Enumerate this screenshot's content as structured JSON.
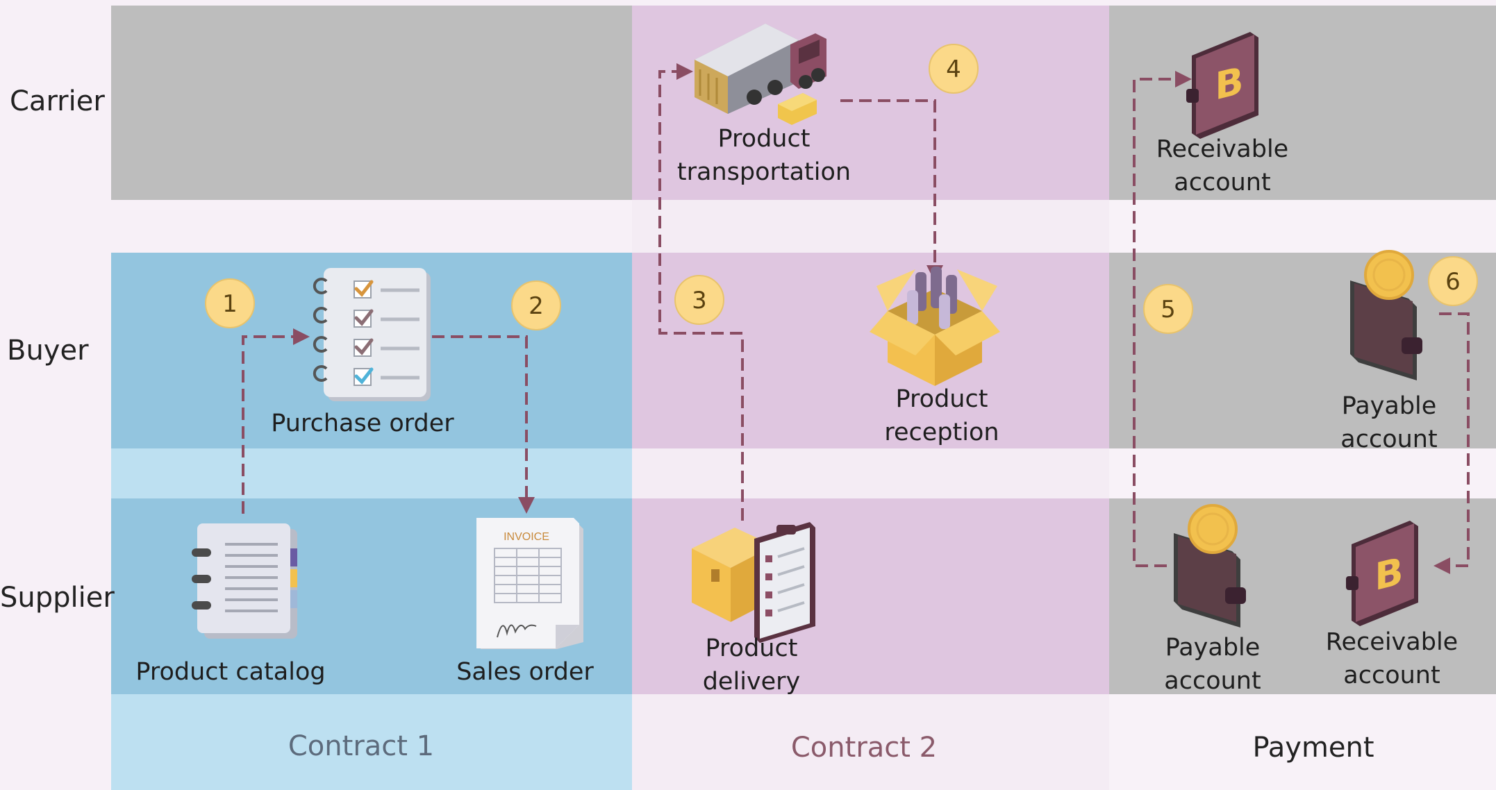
{
  "rows": {
    "carrier": "Carrier",
    "buyer": "Buyer",
    "supplier": "Supplier"
  },
  "columns": {
    "contract1": "Contract 1",
    "contract2": "Contract 2",
    "payment": "Payment"
  },
  "nodes": {
    "purchase_order": "Purchase order",
    "product_catalog": "Product catalog",
    "sales_order": "Sales order",
    "invoice_header": "INVOICE",
    "product_transportation": [
      "Product",
      "transportation"
    ],
    "product_reception": [
      "Product",
      "reception"
    ],
    "product_delivery": [
      "Product",
      "delivery"
    ],
    "receivable_account_carrier": [
      "Receivable",
      "account"
    ],
    "payable_account_buyer": [
      "Payable",
      "account"
    ],
    "payable_account_supplier": [
      "Payable",
      "account"
    ],
    "receivable_account_supplier": [
      "Receivable",
      "account"
    ]
  },
  "steps": [
    "1",
    "2",
    "3",
    "4",
    "5",
    "6"
  ],
  "currency_glyph": "B",
  "colors": {
    "contract1_band": "#93c5df",
    "contract1_gap": "#bde0f1",
    "contract2_band": "#dfc6e0",
    "contract2_gap": "#f4ecf4",
    "payment_band": "#bdbdbd",
    "payment_gap": "#f8f2f8",
    "carrier_contract1": "#bdbdbd",
    "connector": "#8a4d63",
    "step_badge": "#fbd989",
    "contract1_text": "#5d6b7c",
    "contract2_text": "#8a5a6a",
    "payment_text": "#222222"
  }
}
